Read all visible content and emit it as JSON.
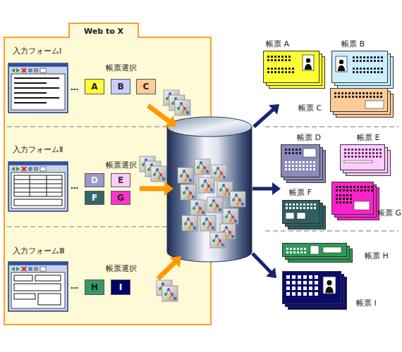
{
  "diagram": {
    "nodes": [
      {
        "text": [
          "Web to X"
        ]
      },
      {
        "text": [
          "A"
        ],
        "in": 0
      },
      {
        "text": [
          "B"
        ],
        "in": 0
      },
      {
        "text": [
          "C"
        ],
        "in": 0
      },
      {
        "text": [
          "D"
        ],
        "in": 0
      },
      {
        "text": [
          "E"
        ],
        "in": 0
      },
      {
        "text": [
          "F"
        ],
        "in": 0
      },
      {
        "text": [
          "G"
        ],
        "in": 0
      },
      {
        "text": [
          "H"
        ],
        "in": 0
      },
      {
        "text": [
          "I"
        ],
        "in": 0
      },
      {
        "text": [
          "帳票 A"
        ]
      },
      {
        "text": [
          "帳票 B"
        ]
      },
      {
        "text": [
          "帳票 C"
        ]
      },
      {
        "text": [
          "帳票 D"
        ]
      },
      {
        "text": [
          "帳票 E"
        ]
      },
      {
        "text": [
          "帳票 F"
        ]
      },
      {
        "text": [
          "帳票 G"
        ]
      },
      {
        "text": [
          "帳票 H"
        ]
      },
      {
        "text": [
          "帳票 I"
        ]
      }
    ],
    "labels": [
      "入力フォームⅠ",
      "帳票選択",
      "…",
      "入力フォームⅡ",
      "帳票選択",
      "…",
      "入力フォームⅢ",
      "帳票選択",
      "…"
    ]
  }
}
